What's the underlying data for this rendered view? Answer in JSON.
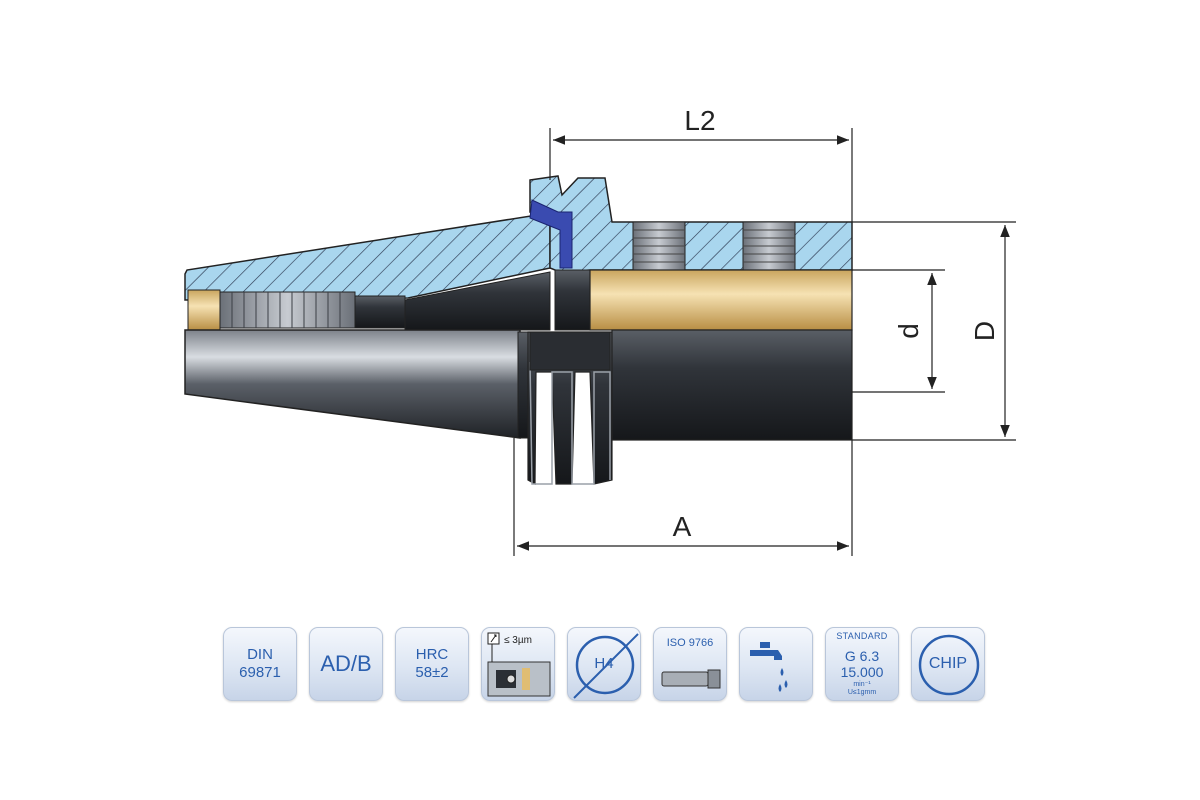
{
  "dimensions": {
    "l2": "L2",
    "a": "A",
    "d_small": "d",
    "d_big": "D"
  },
  "badges": {
    "din_line1": "DIN",
    "din_line2": "69871",
    "adb": "AD/B",
    "hrc_line1": "HRC",
    "hrc_line2": "58±2",
    "runout": "≤ 3µm",
    "tolerance": "H4",
    "iso": "ISO 9766",
    "balance_header": "STANDARD",
    "balance_grade": "G 6.3",
    "balance_speed": "15.000",
    "balance_unit": "min⁻¹",
    "balance_note": "U≤1gmm",
    "chip": "CHIP"
  },
  "colors": {
    "hatch_fill": "#a9d6ee",
    "steel_dark": "#3a3e44",
    "brass": "#e8c98c",
    "badge_text": "#2b5fae"
  }
}
